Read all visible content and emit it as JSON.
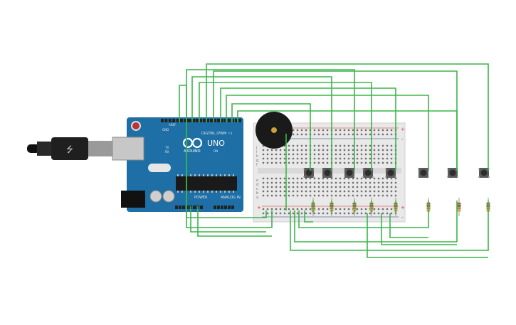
{
  "arduino": {
    "brand": "ARDUINO",
    "model": "UNO",
    "digital_label": "DIGITAL (PWM ~)",
    "power_label": "POWER",
    "analog_label": "ANALOG IN",
    "tx_label": "TX",
    "rx_label": "RX",
    "aref_label": "AREF",
    "gnd_label": "GND",
    "on_label": "ON"
  },
  "breadboard": {
    "row_letters_top": [
      "j",
      "i",
      "h",
      "g",
      "f"
    ],
    "row_letters_bottom": [
      "e",
      "d",
      "c",
      "b",
      "a"
    ],
    "rail_plus": "+",
    "rail_minus": "-"
  },
  "colors": {
    "wire": "#3ab54a",
    "arduino_board": "#1d6fa5",
    "breadboard": "#e9e9e9",
    "buzzer": "#1a1a1a",
    "button_cap": "#3a3a3a",
    "resistor": "#d8b07a"
  },
  "icons": {
    "usb_cable": "usb-cable-icon",
    "infinity_logo": "arduino-infinity-logo"
  }
}
